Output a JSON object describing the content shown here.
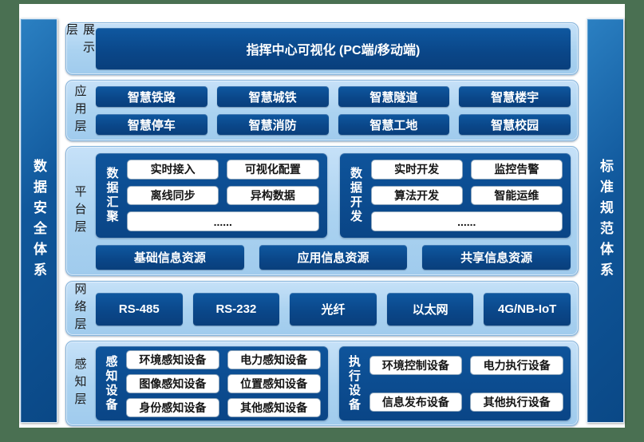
{
  "palette": {
    "frame_green": "#4a7052",
    "canvas_white": "#ffffff",
    "panel_light_blue": "#aad2f0",
    "item_dark_blue": "#0a4688",
    "pillar_blue": "#10579b",
    "pill_white": "#ffffff"
  },
  "pillars": {
    "left": "数据安全体系",
    "right": "标准规范体系"
  },
  "layers": [
    {
      "label": "展示层",
      "items": [
        "指挥中心可视化 (PC端/移动端)"
      ]
    },
    {
      "label": "应用层",
      "items": [
        "智慧铁路",
        "智慧城铁",
        "智慧隧道",
        "智慧楼宇",
        "智慧停车",
        "智慧消防",
        "智慧工地",
        "智慧校园"
      ]
    },
    {
      "label": "平台层",
      "groups": [
        {
          "label": "数据汇聚",
          "items": [
            "实时接入",
            "可视化配置",
            "离线同步",
            "异构数据"
          ],
          "more": "......"
        },
        {
          "label": "数据开发",
          "items": [
            "实时开发",
            "监控告警",
            "算法开发",
            "智能运维"
          ],
          "more": "......"
        }
      ],
      "resources": [
        "基础信息资源",
        "应用信息资源",
        "共享信息资源"
      ]
    },
    {
      "label": "网络层",
      "items": [
        "RS-485",
        "RS-232",
        "光纤",
        "以太网",
        "4G/NB-IoT"
      ]
    },
    {
      "label": "感知层",
      "groups": [
        {
          "label": "感知设备",
          "items": [
            "环境感知设备",
            "电力感知设备",
            "图像感知设备",
            "位置感知设备",
            "身份感知设备",
            "其他感知设备"
          ]
        },
        {
          "label": "执行设备",
          "items": [
            "环境控制设备",
            "电力执行设备",
            "信息发布设备",
            "其他执行设备"
          ]
        }
      ]
    }
  ]
}
